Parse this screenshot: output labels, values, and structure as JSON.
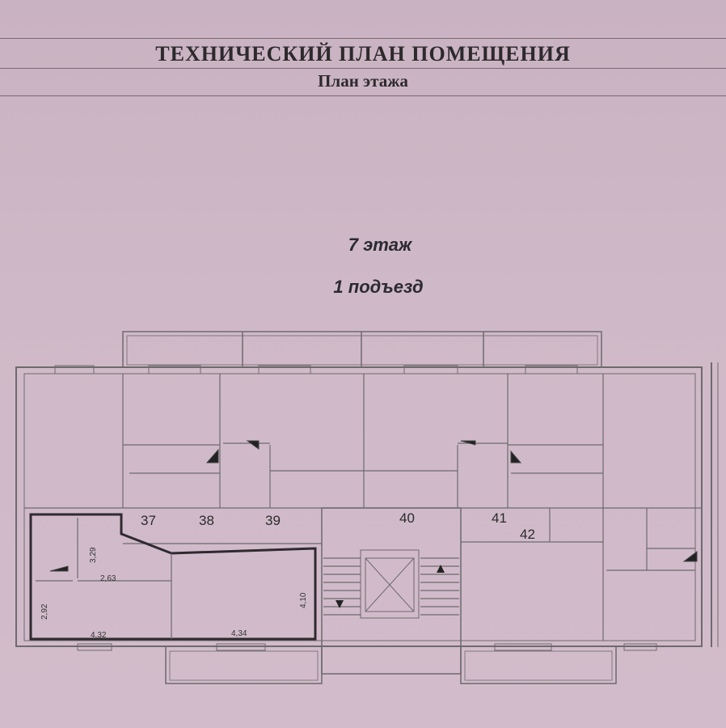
{
  "document": {
    "title": "ТЕХНИЧЕСКИЙ ПЛАН ПОМЕЩЕНИЯ",
    "subtitle": "План этажа",
    "floor": "7 этаж",
    "entrance": "1 подъезд"
  },
  "plan": {
    "room_numbers": [
      "37",
      "38",
      "39",
      "40",
      "41",
      "42"
    ],
    "dimensions": [
      "3,29",
      "2,63",
      "2,92",
      "4,32",
      "4,34",
      "4,10"
    ]
  }
}
